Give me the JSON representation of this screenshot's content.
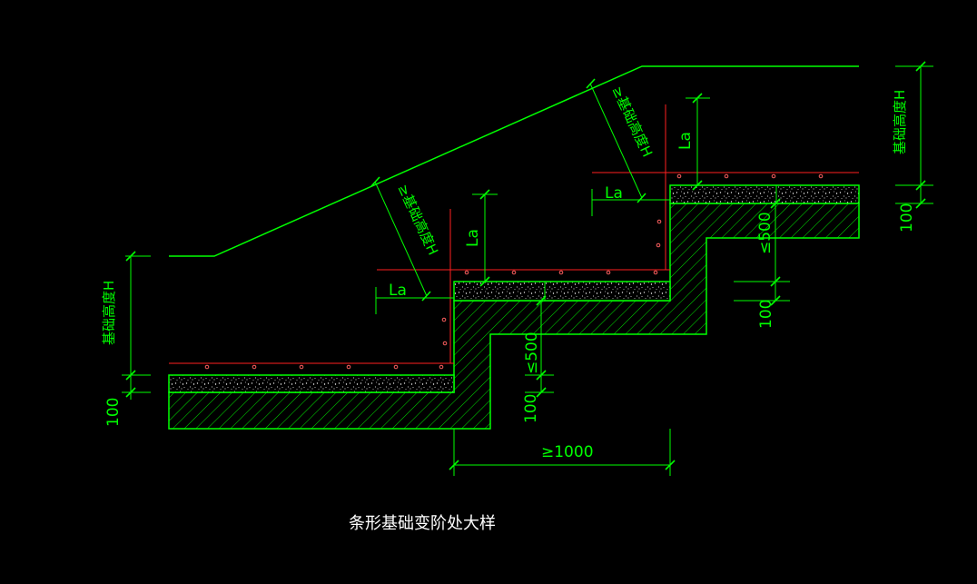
{
  "drawing": {
    "title": "条形基础变阶处大样",
    "labels": {
      "foundation_height_left": "基础高度H",
      "foundation_height_right": "基础高度H",
      "min_height_left": "≥基础高度H",
      "min_height_right": "≥基础高度H",
      "la_vertical_left": "La",
      "la_vertical_right": "La",
      "la_horizontal_left": "La",
      "la_horizontal_right": "La",
      "dim_100_left": "100",
      "dim_100_middle": "100",
      "dim_100_right": "100",
      "dim_100_far_right": "100",
      "dim_500_left": "≤500",
      "dim_500_right": "≤500",
      "dim_1000": "≥1000"
    },
    "colors": {
      "background": "#000000",
      "outline": "#00ff00",
      "rebar_line": "#ff2020",
      "rebar_dot": "#ff6060",
      "title": "#ffffff"
    }
  }
}
